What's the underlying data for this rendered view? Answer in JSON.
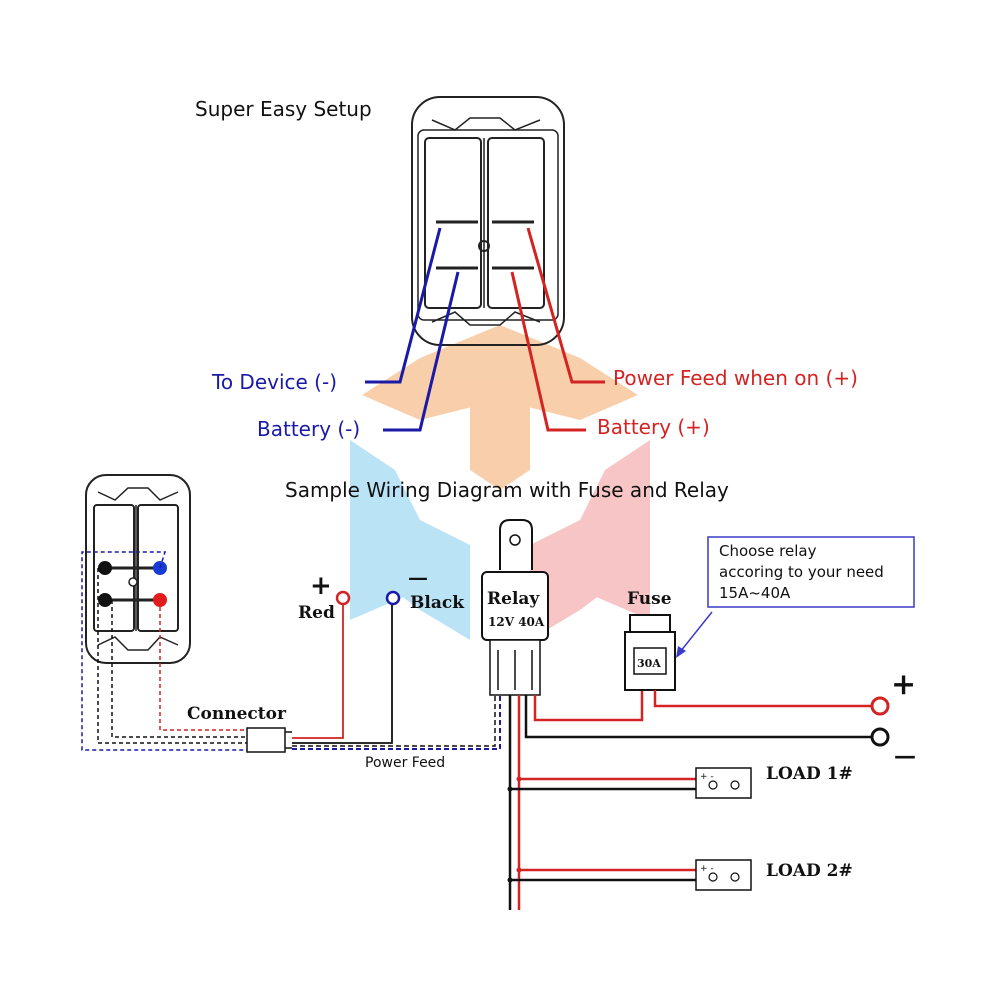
{
  "top": {
    "title": "Super Easy Setup",
    "to_device_neg": "To Device (-)",
    "battery_neg": "Battery (-)",
    "power_feed_on": "Power Feed when on (+)",
    "battery_pos": "Battery (+)"
  },
  "bottom": {
    "title": "Sample Wiring Diagram with Fuse and Relay",
    "red_sign": "+",
    "red_label": "Red",
    "black_sign": "—",
    "black_label": "Black",
    "relay_title": "Relay",
    "relay_rating": "12V  40A",
    "fuse_label": "Fuse",
    "fuse_rating": "30A",
    "connector_label": "Connector",
    "power_feed_label": "Power Feed",
    "note_line1": "Choose relay",
    "note_line2": "accoring to your need",
    "note_line3": "15A~40A",
    "battery_plus": "+",
    "battery_minus": "—",
    "load1": "LOAD 1#",
    "load2": "LOAD 2#",
    "load_terminal_signs": "+  -"
  },
  "colors": {
    "blue_wire": "#1a1aa6",
    "red_wire": "#d42323",
    "black_wire": "#111111",
    "watermark_orange": "#f7c79c",
    "watermark_blue": "#aee0f5",
    "watermark_pink": "#f6bcbc",
    "note_border": "#3a3ac8"
  }
}
